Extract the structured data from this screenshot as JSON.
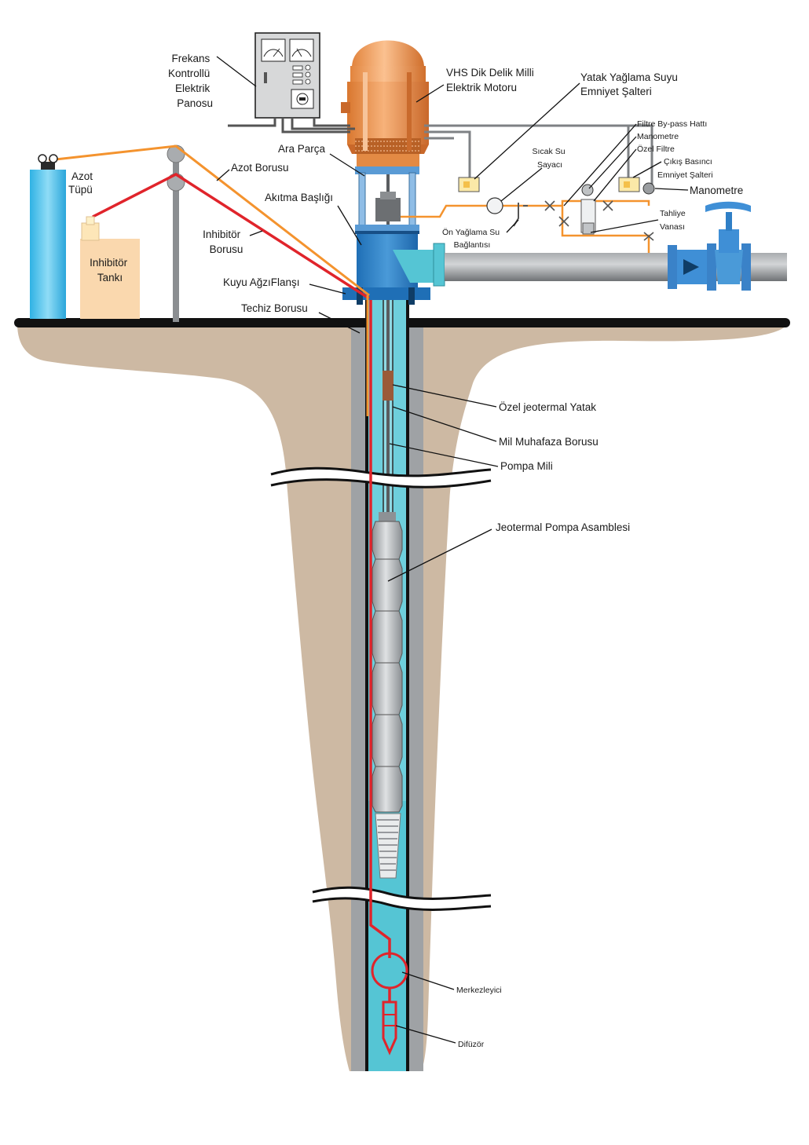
{
  "colors": {
    "ground": "#cdb9a3",
    "water": "#55c5d4",
    "casing": "#9fa2a5",
    "motor": "#f39a55",
    "motor_dark": "#d5732c",
    "wellhead": "#2f7fc6",
    "nitrogen_line": "#f4932e",
    "inhibitor_line": "#e0242b",
    "pipe": "#8b8e91",
    "tank": "#fad8ae",
    "cylinder": "#4cc8ef"
  },
  "labels": {
    "panel": [
      "Frekans",
      "Kontrollü",
      "Elektrik",
      "Panosu"
    ],
    "motor": [
      "VHS Dik Delik Milli",
      "Elektrik Motoru"
    ],
    "lube_switch": [
      "Yatak Yağlama Suyu",
      "Emniyet Şalteri"
    ],
    "filter_bypass": "Filtre By-pass Hattı",
    "manometer_1": "Manometre",
    "special_filter": "Özel Filtre",
    "outlet_switch": [
      "Çıkış Basıncı",
      "Emniyet Şalteri"
    ],
    "manometer_2": "Manometre",
    "hot_water_meter": [
      "Sıcak Su",
      "Sayacı"
    ],
    "drain_valve": [
      "Tahliye",
      "Vanası"
    ],
    "prelube": [
      "Ön Yağlama Su",
      "Bağlantısı"
    ],
    "ara_parca": "Ara Parça",
    "azot_borusu": "Azot Borusu",
    "azot_tupu": [
      "Azot",
      "Tüpü"
    ],
    "akitma_basligi": "Akıtma Başlığı",
    "inhibitor_borusu": [
      "Inhibitör",
      "Borusu"
    ],
    "inhibitor_tanki": [
      "Inhibitör",
      "Tankı"
    ],
    "kuyu_agzi": "Kuyu AğzıFlanşı",
    "techiz": "Techiz Borusu",
    "yatak": "Özel jeotermal Yatak",
    "mil_muhafaza": "Mil Muhafaza Borusu",
    "pompa_mili": "Pompa Mili",
    "pompa_asamblesi": "Jeotermal Pompa Asamblesi",
    "merkezleyici": "Merkezleyici",
    "difuzor": "Difüzör"
  }
}
